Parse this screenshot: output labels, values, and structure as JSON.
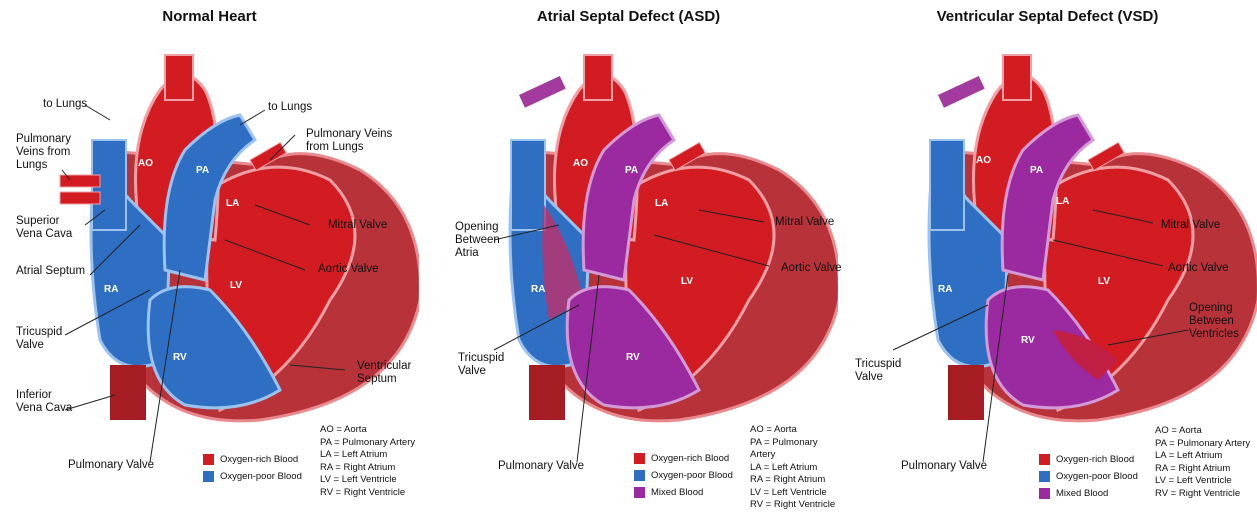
{
  "colors": {
    "oxygen_rich": "#d21c22",
    "oxygen_poor": "#2e6fc4",
    "mixed": "#9b2aa0",
    "muscle": "#b8323a"
  },
  "panels": [
    {
      "title": "Normal Heart",
      "labels": {
        "to_lungs_left": "to Lungs",
        "to_lungs_right": "to Lungs",
        "pulm_veins_left": "Pulmonary\nVeins from\nLungs",
        "pulm_veins_right": "Pulmonary Veins\nfrom Lungs",
        "svc": "Superior\nVena Cava",
        "mitral": "Mitral Valve",
        "atrial_septum": "Atrial Septum",
        "aortic": "Aortic Valve",
        "tricuspid": "Tricuspid\nValve",
        "vent_septum": "Ventricular\nSeptum",
        "ivc": "Inferior\nVena Cava",
        "pulm_valve": "Pulmonary Valve"
      },
      "tags": {
        "ao": "AO",
        "pa": "PA",
        "la": "LA",
        "ra": "RA",
        "lv": "LV",
        "rv": "RV"
      },
      "legend": [
        {
          "color": "oxygen_rich",
          "label": "Oxygen-rich Blood"
        },
        {
          "color": "oxygen_poor",
          "label": "Oxygen-poor Blood"
        }
      ],
      "abbreviations": [
        "AO = Aorta",
        "PA = Pulmonary Artery",
        "LA = Left Atrium",
        "RA = Right Atrium",
        "LV = Left Ventricle",
        "RV = Right Ventricle"
      ]
    },
    {
      "title": "Atrial Septal Defect (ASD)",
      "labels": {
        "opening": "Opening\nBetween\nAtria",
        "mitral": "Mitral Valve",
        "aortic": "Aortic Valve",
        "tricuspid": "Tricuspid\nValve",
        "pulm_valve": "Pulmonary Valve"
      },
      "tags": {
        "ao": "AO",
        "pa": "PA",
        "la": "LA",
        "ra": "RA",
        "lv": "LV",
        "rv": "RV"
      },
      "legend": [
        {
          "color": "oxygen_rich",
          "label": "Oxygen-rich Blood"
        },
        {
          "color": "oxygen_poor",
          "label": "Oxygen-poor Blood"
        },
        {
          "color": "mixed",
          "label": "Mixed Blood"
        }
      ],
      "abbreviations": [
        "AO = Aorta",
        "PA = Pulmonary Artery",
        "LA = Left Atrium",
        "RA = Right Atrium",
        "LV = Left Ventricle",
        "RV = Right Ventricle"
      ]
    },
    {
      "title": "Ventricular Septal Defect (VSD)",
      "labels": {
        "mitral": "Mitral Valve",
        "aortic": "Aortic Valve",
        "opening": "Opening\nBetween\nVentricles",
        "tricuspid": "Tricuspid\nValve",
        "pulm_valve": "Pulmonary Valve"
      },
      "tags": {
        "ao": "AO",
        "pa": "PA",
        "la": "LA",
        "ra": "RA",
        "lv": "LV",
        "rv": "RV"
      },
      "legend": [
        {
          "color": "oxygen_rich",
          "label": "Oxygen-rich Blood"
        },
        {
          "color": "oxygen_poor",
          "label": "Oxygen-poor Blood"
        },
        {
          "color": "mixed",
          "label": "Mixed Blood"
        }
      ],
      "abbreviations": [
        "AO = Aorta",
        "PA = Pulmonary Artery",
        "LA = Left Atrium",
        "RA = Right Atrium",
        "LV = Left Ventricle",
        "RV = Right Ventricle"
      ]
    }
  ]
}
